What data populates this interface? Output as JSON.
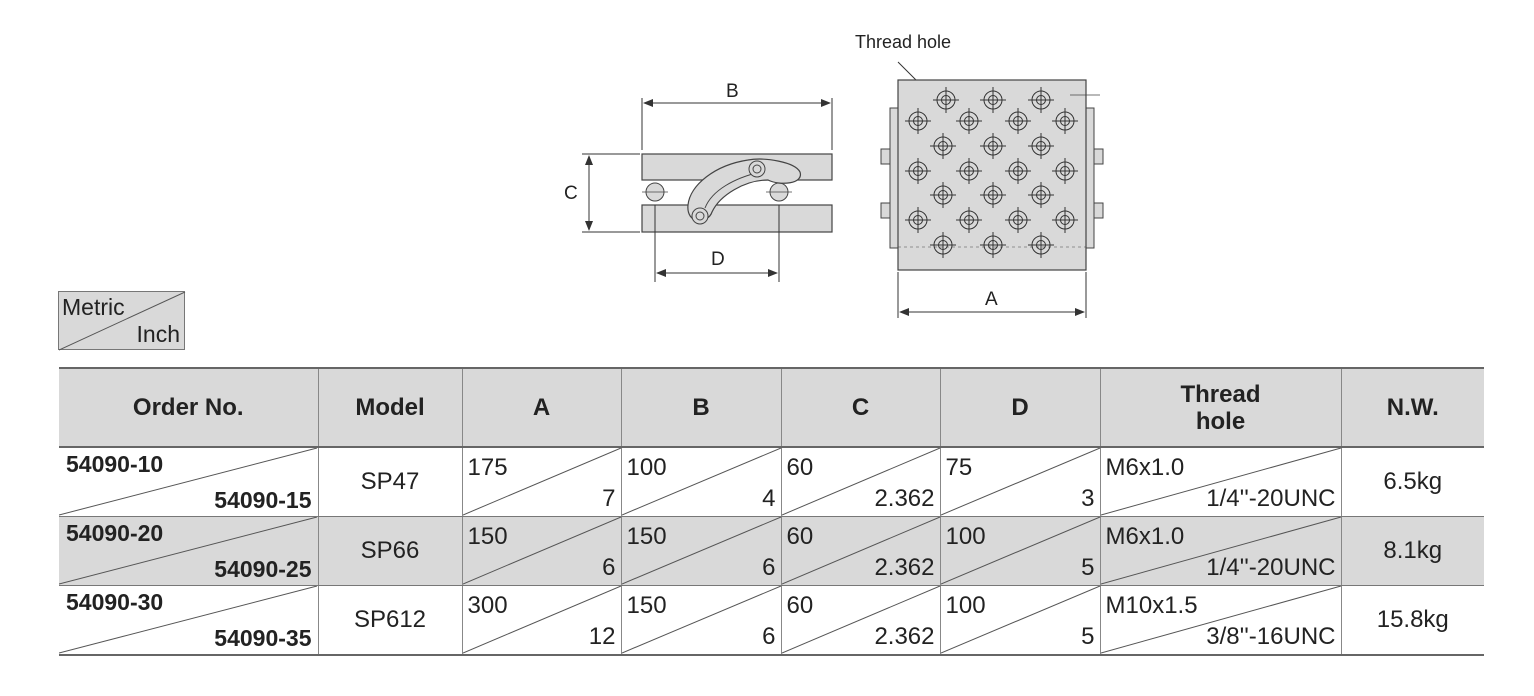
{
  "diagram": {
    "thread_hole_label": "Thread hole",
    "dim_a": "A",
    "dim_b": "B",
    "dim_c": "C",
    "dim_d": "D"
  },
  "legend": {
    "metric": "Metric",
    "inch": "Inch"
  },
  "table": {
    "headers": {
      "order_no": "Order No.",
      "model": "Model",
      "a": "A",
      "b": "B",
      "c": "C",
      "d": "D",
      "thread_line1": "Thread",
      "thread_line2": "hole",
      "nw": "N.W."
    },
    "rows": [
      {
        "order_metric": "54090-10",
        "order_inch": "54090-15",
        "model": "SP47",
        "a_m": "175",
        "a_i": "7",
        "b_m": "100",
        "b_i": "4",
        "c_m": "60",
        "c_i": "2.362",
        "d_m": "75",
        "d_i": "3",
        "thread_m": "M6x1.0",
        "thread_i": "1/4''-20UNC",
        "nw": "6.5kg"
      },
      {
        "order_metric": "54090-20",
        "order_inch": "54090-25",
        "model": "SP66",
        "a_m": "150",
        "a_i": "6",
        "b_m": "150",
        "b_i": "6",
        "c_m": "60",
        "c_i": "2.362",
        "d_m": "100",
        "d_i": "5",
        "thread_m": "M6x1.0",
        "thread_i": "1/4''-20UNC",
        "nw": "8.1kg"
      },
      {
        "order_metric": "54090-30",
        "order_inch": "54090-35",
        "model": "SP612",
        "a_m": "300",
        "a_i": "12",
        "b_m": "150",
        "b_i": "6",
        "c_m": "60",
        "c_i": "2.362",
        "d_m": "100",
        "d_i": "5",
        "thread_m": "M10x1.5",
        "thread_i": "3/8''-16UNC",
        "nw": "15.8kg"
      }
    ]
  }
}
